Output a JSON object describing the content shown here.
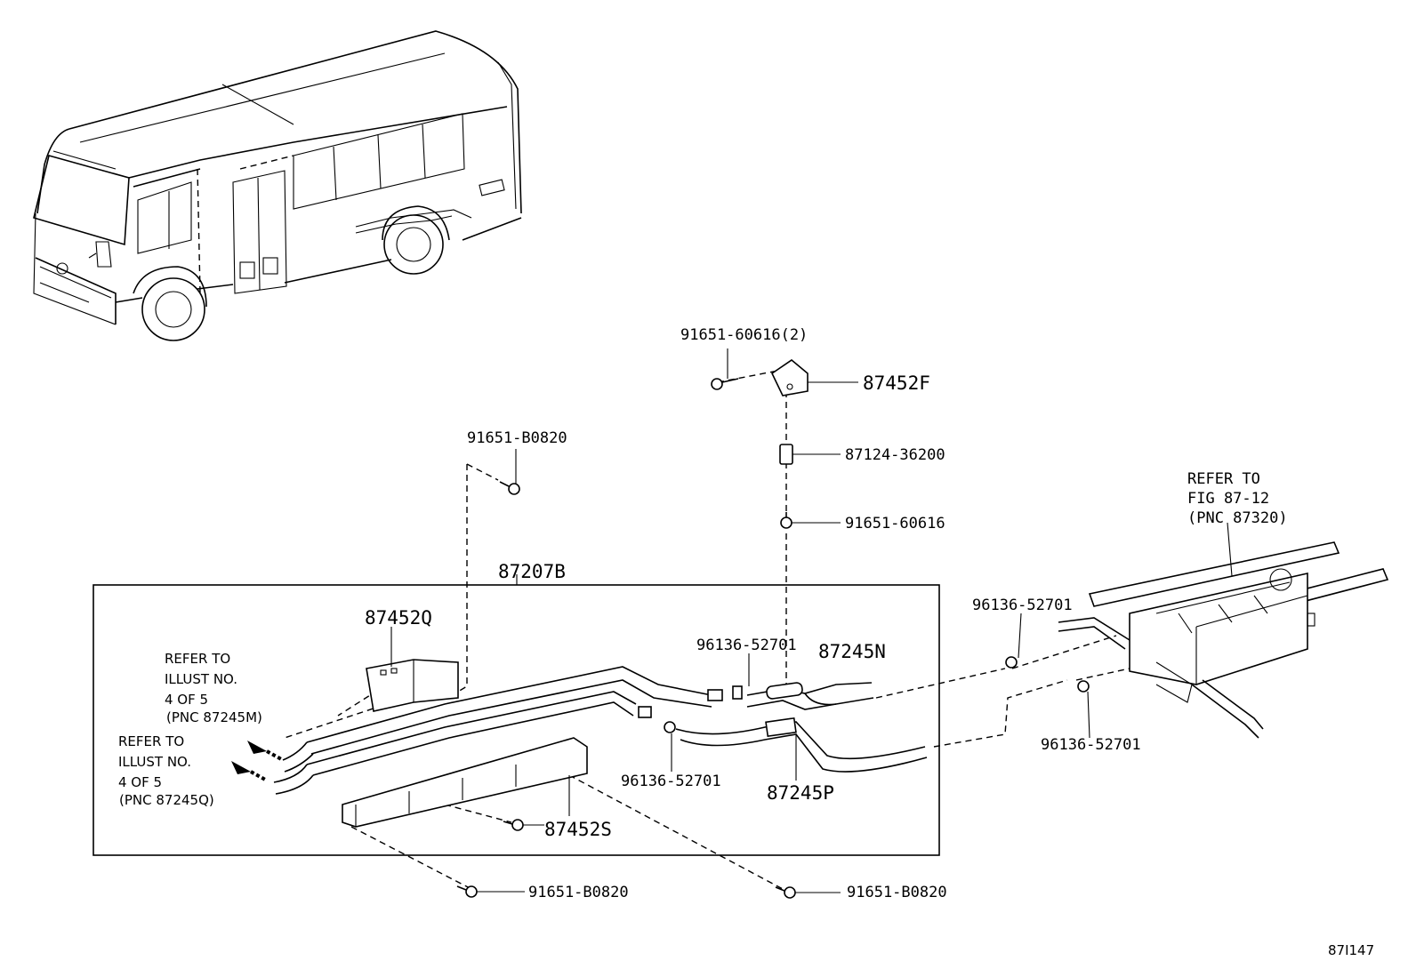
{
  "diagram": {
    "figure_id": "87I147",
    "assembly_label": "87207B",
    "labels": {
      "bolt_top": "91651-60616(2)",
      "bracket_f": "87452F",
      "clamp_valve": "87124-36200",
      "bolt_mid": "91651-60616",
      "bolt_b0820_top": "91651-B0820",
      "bracket_q": "87452Q",
      "clamp_center": "96136-52701",
      "hose_n": "87245N",
      "clamp_lower": "96136-52701",
      "hose_p": "87245P",
      "bracket_s": "87452S",
      "bolt_b0820_left": "91651-B0820",
      "bolt_b0820_right": "91651-B0820",
      "clamp_right_upper": "96136-52701",
      "clamp_right_lower": "96136-52701"
    },
    "notes": {
      "refer_m": [
        "REFER TO",
        "ILLUST NO.",
        "4 OF 5",
        "(PNC 87245M)"
      ],
      "refer_q": [
        "REFER TO",
        "ILLUST NO.",
        "4 OF 5",
        "(PNC 87245Q)"
      ],
      "refer_fig": [
        "REFER TO",
        "FIG 87-12",
        "(PNC 87320)"
      ]
    }
  }
}
